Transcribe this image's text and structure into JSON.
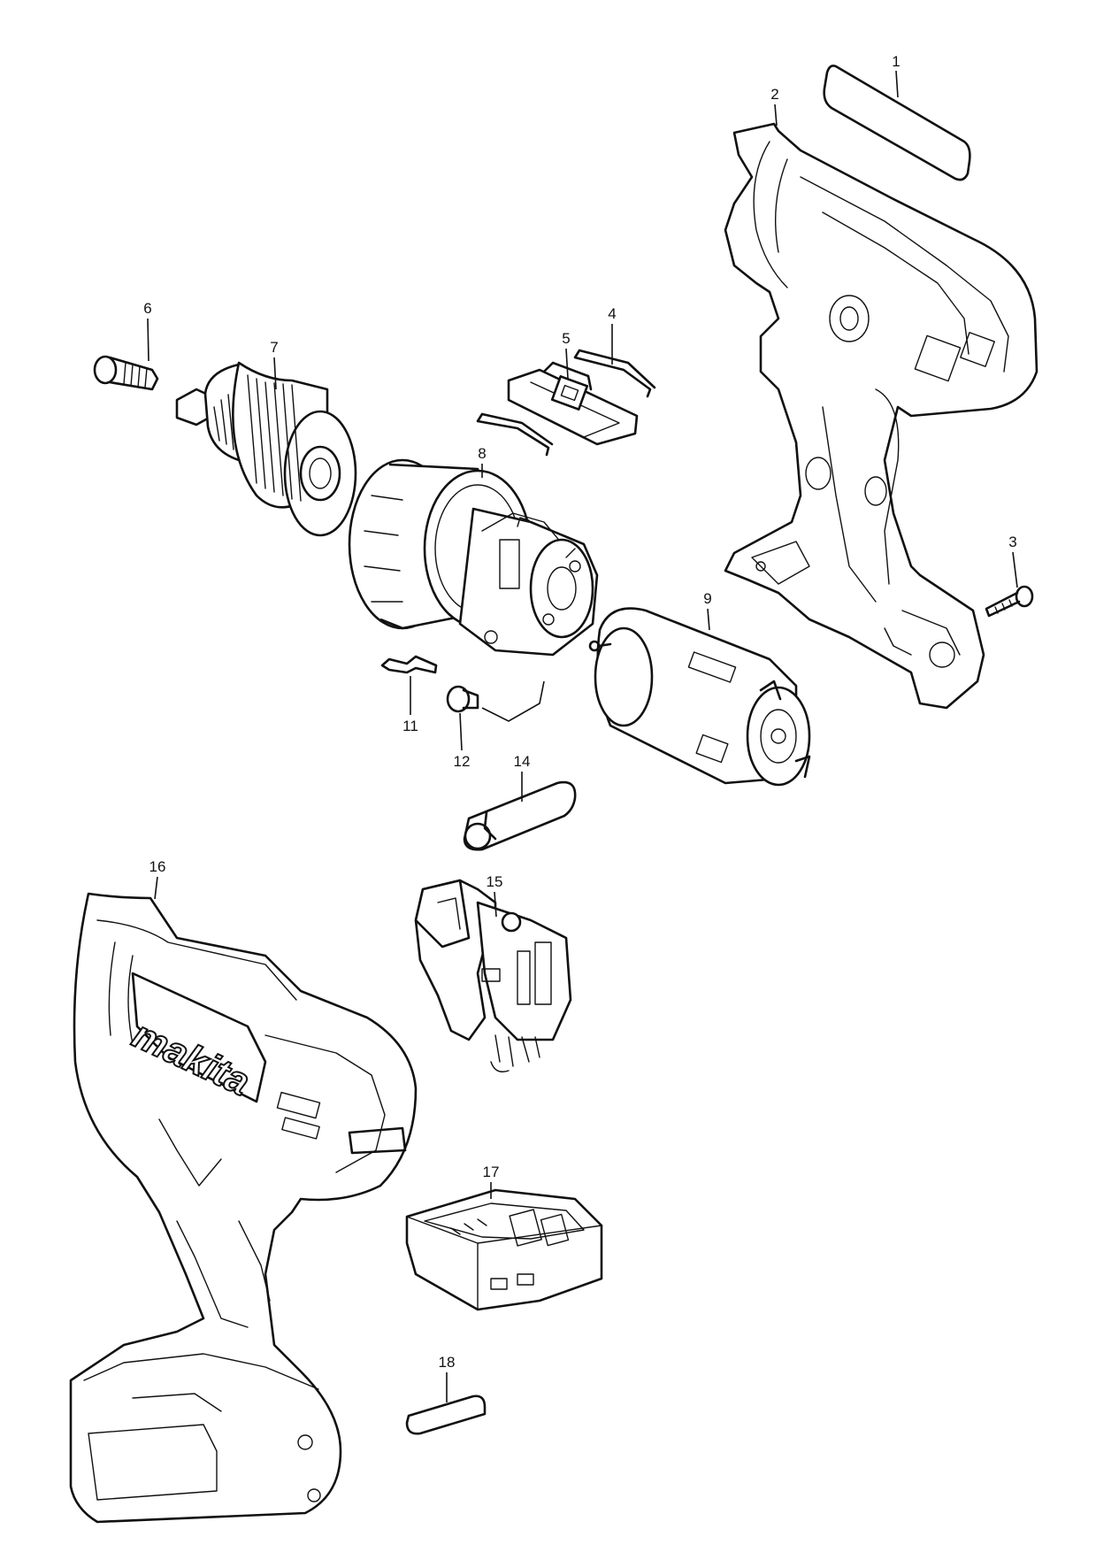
{
  "callouts": {
    "c1": "1",
    "c2": "2",
    "c3": "3",
    "c4": "4",
    "c5": "5",
    "c6": "6",
    "c7": "7",
    "c8": "8",
    "c9": "9",
    "c11": "11",
    "c12": "12",
    "c14": "14",
    "c15": "15",
    "c16": "16",
    "c17": "17",
    "c18": "18"
  },
  "housing": {
    "brand_text": "makita"
  },
  "icons": {
    "labels": [
      "label-plate-icon",
      "label-sticker-icon"
    ],
    "hardware": [
      "screw-icon",
      "tapping-screw-icon",
      "gear-assembly-icon",
      "dc-motor-icon",
      "keyless-chuck-icon",
      "switch-icon",
      "terminal-icon",
      "housing-icon",
      "lever-icon",
      "spring-icon",
      "shift-knob-icon"
    ]
  }
}
